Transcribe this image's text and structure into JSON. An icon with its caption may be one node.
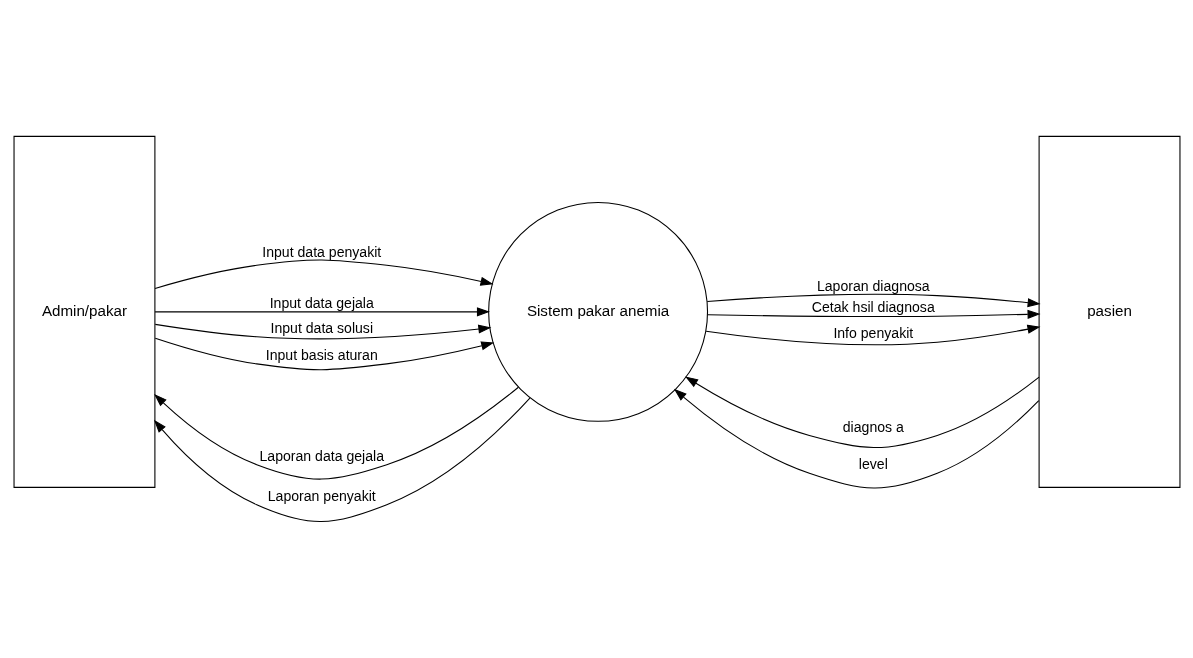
{
  "diagram": {
    "nodes": [
      {
        "text": [
          "Admin/pakar"
        ]
      },
      {
        "text": [
          "Sistem pakar anemia"
        ]
      },
      {
        "text": [
          "pasien"
        ]
      }
    ],
    "edges": [
      {
        "from": 1,
        "to": 0,
        "arrow": "to",
        "label": "Laporan data gejala"
      },
      {
        "from": 1,
        "to": 2,
        "arrow": "to",
        "label": "Laporan diagnosa"
      },
      {
        "from": 0,
        "to": 1,
        "arrow": "to",
        "label": "Input data penyakit"
      },
      {
        "from": 0,
        "to": 1,
        "arrow": "to",
        "label": "Input data gejala"
      },
      {
        "from": 2,
        "to": 1,
        "arrow": "to",
        "label": "diagnos a"
      },
      {
        "from": 0,
        "to": 1,
        "arrow": "to",
        "label": "Input data solusi"
      },
      {
        "from": 2,
        "to": 1,
        "arrow": "to",
        "label": "level"
      },
      {
        "from": 0,
        "to": 1,
        "arrow": "to",
        "label": "Input basis aturan"
      },
      {
        "from": 1,
        "to": 2,
        "arrow": "to",
        "label": "Cetak hsil diagnosa"
      },
      {
        "from": 1,
        "to": 0,
        "arrow": "to",
        "label": "Laporan penyakit"
      },
      {
        "from": 1,
        "to": 2,
        "arrow": "to",
        "label": "Info penyakit"
      }
    ]
  }
}
